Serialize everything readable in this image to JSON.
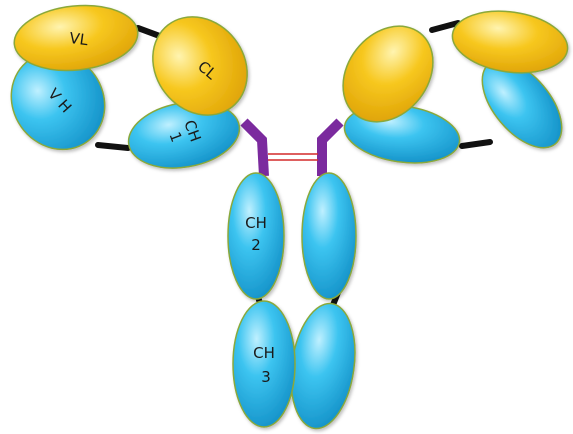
{
  "labels": {
    "vl": "VL",
    "cl": "CL",
    "vh": "V H",
    "ch1_line1": "CH",
    "ch1_line2": "1",
    "ch2_line1": "CH",
    "ch2_line2": "2",
    "ch3_line1": "CH",
    "ch3_line2": "3"
  },
  "colors": {
    "light_chain": "#f5c518",
    "heavy_chain": "#1eb2e6",
    "hinge": "#7b2a9e",
    "linker": "#111111",
    "disulfide": "#d42a2a",
    "outline": "#8aa83a"
  }
}
